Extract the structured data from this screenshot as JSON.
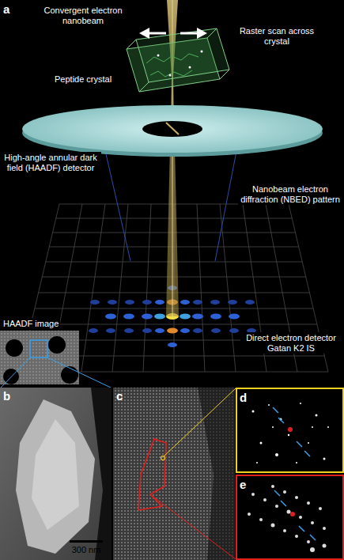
{
  "diagram": {
    "labels": [
      "a",
      "Convergent electron nanobeam",
      "Raster scan across crystal",
      "Peptide crystal",
      "High-angle annular dark field (HAADF) detector",
      "Nanobeam electron diffraction (NBED) pattern",
      "HAADF image",
      "Direct electron detector Gatan K2 IS",
      "b",
      "300 nm",
      "c",
      "d",
      "e"
    ]
  }
}
